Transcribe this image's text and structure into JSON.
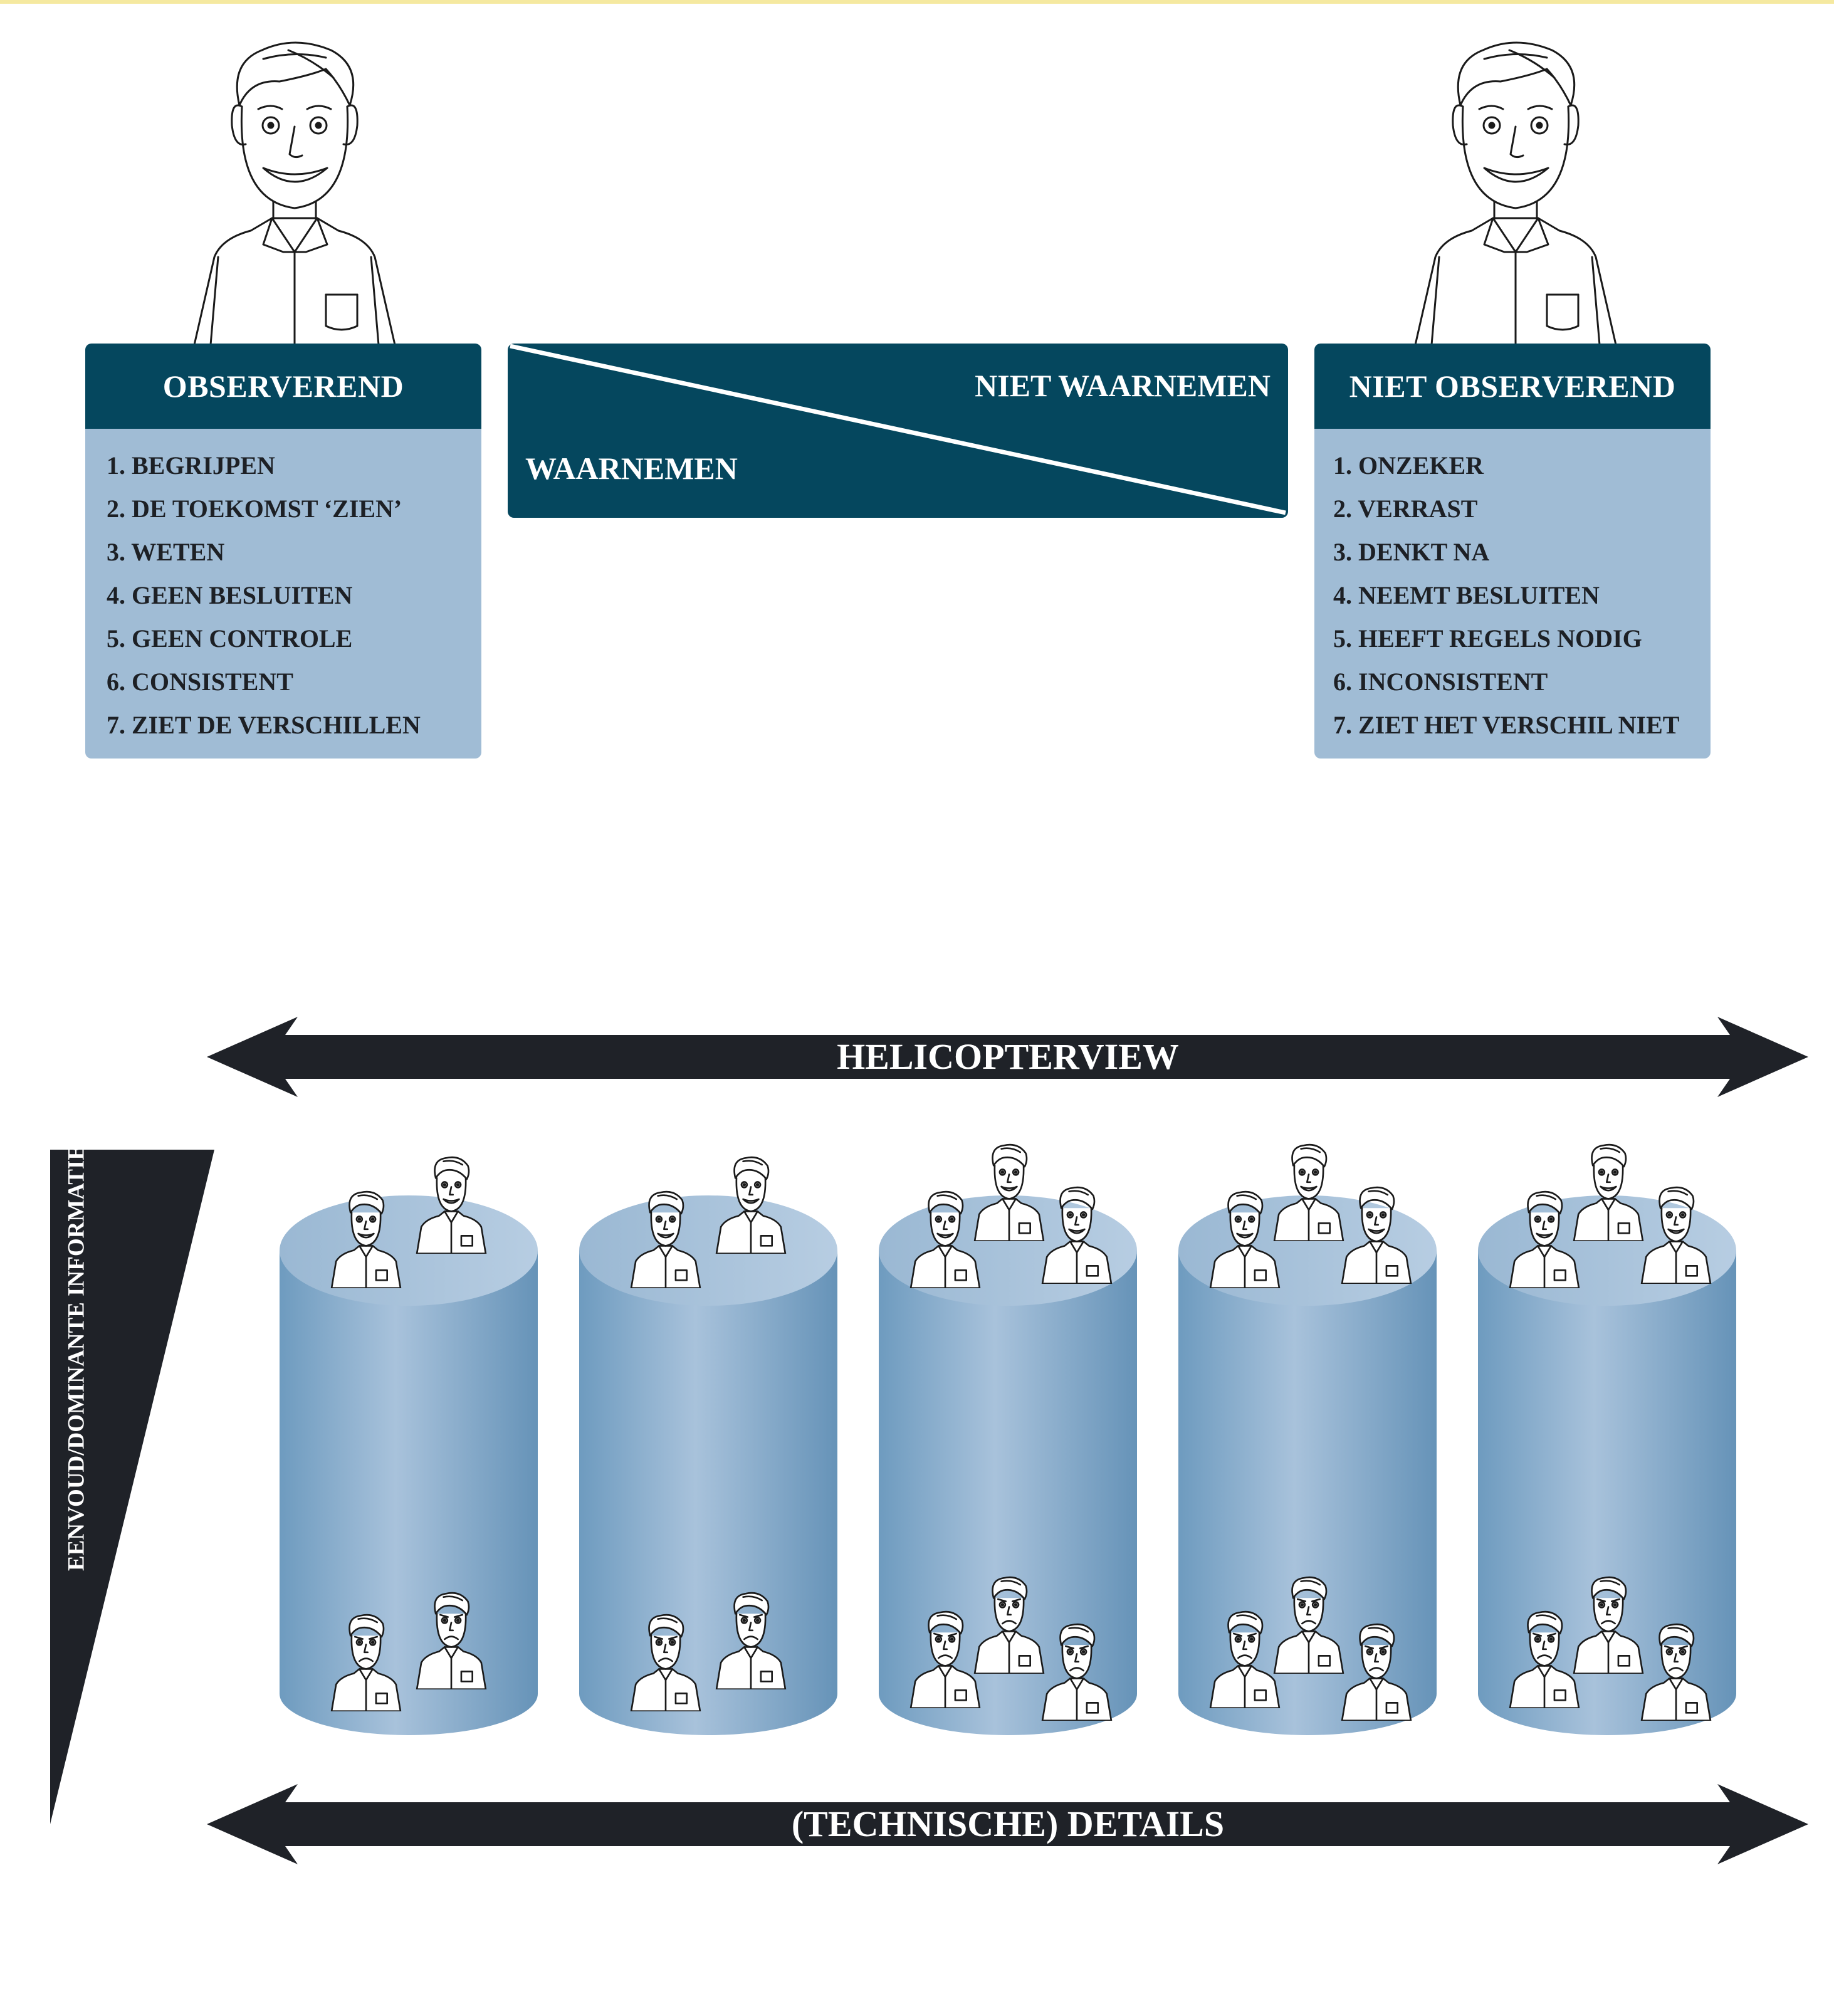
{
  "observing": {
    "title": "OBSERVEREND",
    "items": [
      "1. BEGRIJPEN",
      "2. DE TOEKOMST ‘ZIEN’",
      "3. WETEN",
      "4. GEEN BESLUITEN",
      "5. GEEN CONTROLE",
      "6. CONSISTENT",
      "7. ZIET DE VERSCHILLEN"
    ]
  },
  "perception": {
    "upper": "NIET WAARNEMEN",
    "lower": "WAARNEMEN"
  },
  "not_observing": {
    "title": "NIET OBSERVEREND",
    "items": [
      "1. ONZEKER",
      "2. VERRAST",
      "3. DENKT NA",
      "4. NEEMT BESLUITEN",
      "5. HEEFT REGELS NODIG",
      "6. INCONSISTENT",
      "7. ZIET HET VERSCHIL NIET"
    ]
  },
  "arrows": {
    "top": "HELICOPTERVIEW",
    "bottom": "(TECHNISCHE) DETAILS"
  },
  "wedge_label": "EENVOUD/DOMINANTE INFORMATIE",
  "cylinders": [
    {
      "top_people": 2,
      "bottom_people": 2
    },
    {
      "top_people": 2,
      "bottom_people": 2
    },
    {
      "top_people": 3,
      "bottom_people": 3
    },
    {
      "top_people": 3,
      "bottom_people": 3
    },
    {
      "top_people": 3,
      "bottom_people": 3
    }
  ],
  "colors": {
    "dark_teal": "#05475e",
    "light_blue": "#a0bcd5",
    "cylinder_dark": "#6b98bc",
    "cylinder_light": "#a8c2db",
    "arrow": "#1f2228",
    "accent_line": "#f5e9a0"
  }
}
